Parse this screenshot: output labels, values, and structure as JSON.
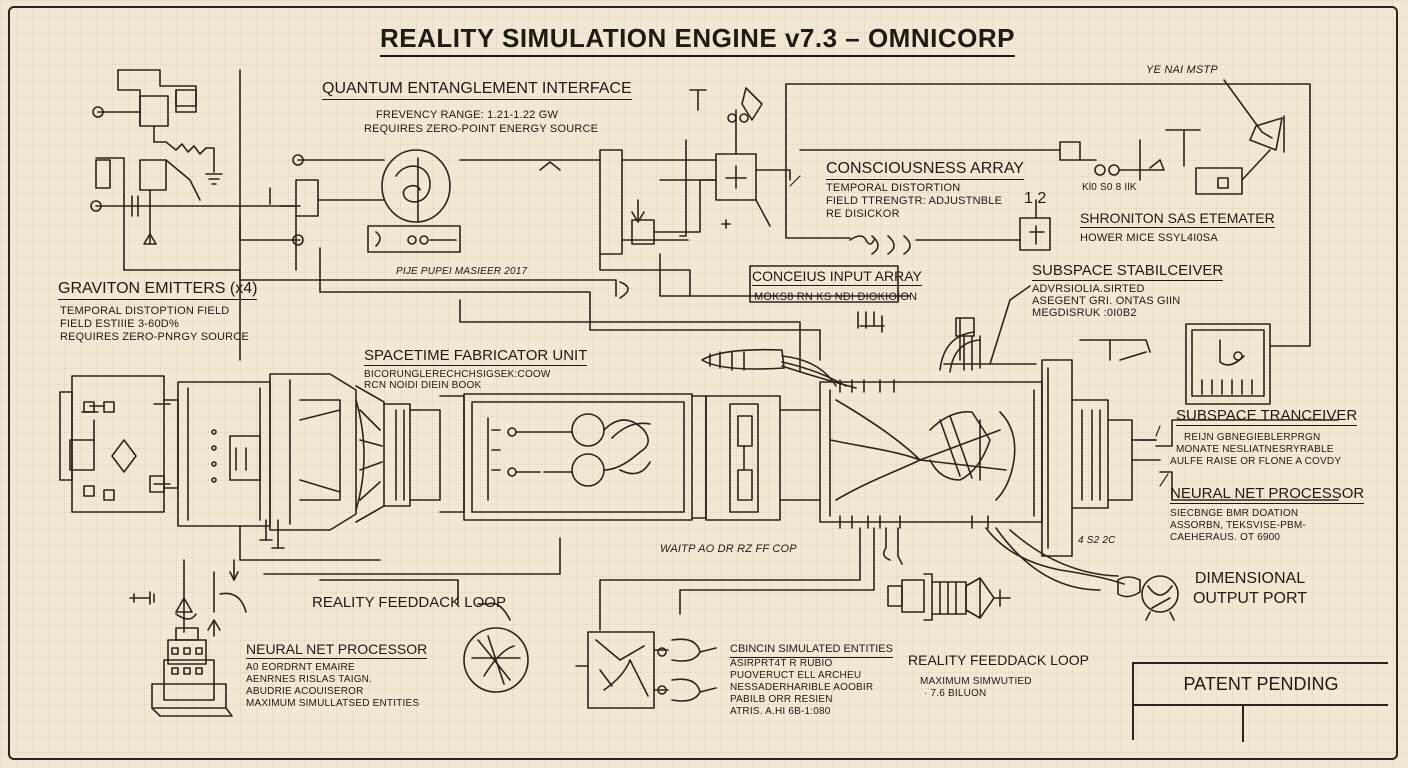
{
  "title": "REALITY SIMULATION ENGINE v7.3 – OMNICORP",
  "quantum": {
    "heading": "QUANTUM ENTANGLEMENT INTERFACE",
    "line1": "FREVENCY RANGE: 1.21-1.22 GW",
    "line2": "REQUIRES ZERO-POINT ENERGY SOURCE"
  },
  "top_right_tag": "YE NAI MSTP",
  "consciousness": {
    "heading": "CONSCIOUSNESS ARRAY",
    "line1": "TEMPORAL DISTORTION",
    "line2": "FIELD TTRENGTR: ADJUSTNBLE",
    "line3": "RE DISICKOR"
  },
  "kio_tag": "Kl0 S0 8 IlK",
  "num_tag": "1 2",
  "shroniton": {
    "heading": "SHRONITON SAS ETEMATER",
    "line1": "HOWER MICE SSYL4I0SA"
  },
  "conceius": {
    "heading": "CONCEIUS INPUT ARRAY",
    "line1": "MOKS8 RN KS NDI DIOKIOION"
  },
  "subspace_stab": {
    "heading": "SUBSPACE STABILCEIVER",
    "line1": "ADVRSIOLIA.SIRTED",
    "line2": "ASEGENT GRI. ONTAS GIIN",
    "line3": "MEGDISRUK :0I0B2"
  },
  "small_note_1": "PIJE PUPEI MASIEER 2017",
  "graviton": {
    "heading": "GRAVITON EMITTERS (x4)",
    "line1": "TEMPORAL DISTOPTION FIELD",
    "line2": "FIELD ESTIIIE 3-60D%",
    "line3": "REQUIRES ZERO-PNRGY SOURCE"
  },
  "spacetime": {
    "heading": "SPACETIME FABRICATOR UNIT",
    "line1": "BICORUNGLERECHCHSIGSEK:COOW",
    "line2": "RCN NOIDI DIEIN BOOK"
  },
  "subspace_tx": {
    "heading": "SUBSPACE TRANCEIVER",
    "line1": "REIJN GBNEGIEBLERPRGN",
    "line2": "MONATE NESLIATNESRYRABLE",
    "line3": "AULFE RAISE OR FLONE A COVDY"
  },
  "neural_right": {
    "heading": "NEURAL NET PROCESSOR",
    "line1": "SIECBNGE BMR DOATION",
    "line2": "ASSORBN, TEKSVISE-PBM-",
    "line3": "CAEHERAUS. OT 6900"
  },
  "small_note_2": "WAITP AO DR RZ FF COP",
  "small_note_3": "4 S2 2C",
  "dimensional": {
    "line1": "DIMENSIONAL",
    "line2": "OUTPUT PORT"
  },
  "feedback_left": {
    "heading": "REALITY FEEDDACK LOOP"
  },
  "neural_left": {
    "heading": "NEURAL NET PROCESSOR",
    "line1": "A0 EORDRNT EMAIRE",
    "line2": "AENRNES RISLAS TAIGN.",
    "line3": "ABUDRIE ACOUISEROR",
    "line4": "MAXIMUM SIMULLATSED ENTITIES"
  },
  "cbincin": {
    "heading": "CBINCIN SIMULATED ENTITIES",
    "line1": "ASIRPRT4T R RUBIO",
    "line2": "PUOVERUCT ELL ARCHEU",
    "line3": "NESSADERHARIBLE AOOBIR",
    "line4": "PABILB ORR RESIEN",
    "line5": "ATRIS. A.HI 6B-1:080"
  },
  "feedback_right": {
    "heading": "REALITY FEEDDACK LOOP",
    "line1": "MAXIMUM SIMWUTIED",
    "line2": "· 7.6 BILUON"
  },
  "patent": "PATENT PENDING"
}
